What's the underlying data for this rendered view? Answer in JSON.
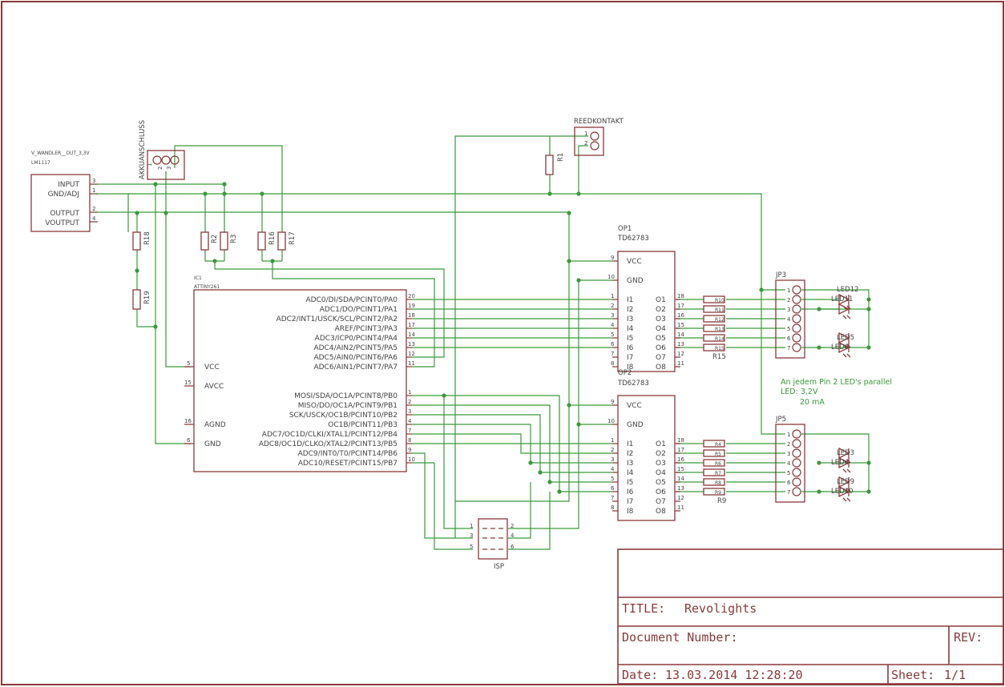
{
  "title_block": {
    "title_label": "TITLE:",
    "title_value": "Revolights",
    "document_number_label": "Document Number:",
    "rev_label": "REV:",
    "date_label": "Date:",
    "date_value": "13.03.2014 12:28:20",
    "sheet_label": "Sheet:",
    "sheet_value": "1/1"
  },
  "regulator": {
    "name": "V_WANDLER__OUT_3,3V",
    "value": "LM1117",
    "pins": [
      {
        "label": "INPUT",
        "num": "3"
      },
      {
        "label": "GND/ADJ",
        "num": "1"
      },
      {
        "label": "OUTPUT",
        "num": "2"
      },
      {
        "label": "VOUTPUT",
        "num": "4"
      }
    ]
  },
  "battery_connector": {
    "name": "AKKUANSCHLUSS",
    "pins": [
      "1",
      "2",
      "3"
    ]
  },
  "reed_contact": {
    "name": "REEDKONTAKT",
    "pins": [
      "1",
      "2"
    ]
  },
  "mcu": {
    "name": "IC1",
    "value": "ATTINY261",
    "left_pins": [
      {
        "label": "VCC",
        "num": "5"
      },
      {
        "label": "AVCC",
        "num": "15"
      },
      {
        "label": "AGND",
        "num": "16"
      },
      {
        "label": "GND",
        "num": "6"
      }
    ],
    "right_pins": [
      {
        "label": "ADC0/DI/SDA/PCINT0/PA0",
        "num": "20"
      },
      {
        "label": "ADC1/DO/PCINT1/PA1",
        "num": "19"
      },
      {
        "label": "ADC2/INT1/USCK/SCL/PCINT2/PA2",
        "num": "18"
      },
      {
        "label": "AREF/PCINT3/PA3",
        "num": "17"
      },
      {
        "label": "ADC3/ICP0/PCINT4/PA4",
        "num": "14"
      },
      {
        "label": "ADC4/AIN2/PCINT5/PA5",
        "num": "13"
      },
      {
        "label": "ADC5/AIN0/PCINT6/PA6",
        "num": "12"
      },
      {
        "label": "ADC6/AIN1/PCINT7/PA7",
        "num": "11"
      },
      {
        "label": "MOSI/SDA/OC1A/PCINT8/PB0",
        "num": "1"
      },
      {
        "label": "MISO/DO/OC1A/PCINT9/PB1",
        "num": "2"
      },
      {
        "label": "SCK/USCK/OC1B/PCINT10/PB2",
        "num": "3"
      },
      {
        "label": "OC1B/PCINT11/PB3",
        "num": "4"
      },
      {
        "label": "ADC7/OC1D/CLKI/XTAL1/PCINT12/PB4",
        "num": "7"
      },
      {
        "label": "ADC8/OC1D/CLKO/XTAL2/PCINT13/PB5",
        "num": "8"
      },
      {
        "label": "ADC9/INT0/T0/PCINT14/PB6",
        "num": "9"
      },
      {
        "label": "ADC10/RESET/PCINT15/PB7",
        "num": "10"
      }
    ]
  },
  "drivers": [
    {
      "name": "OP1",
      "value": "TD62783"
    },
    {
      "name": "OP2",
      "value": "TD62783"
    }
  ],
  "driver_pins": {
    "vcc_label": "VCC",
    "vcc_num": "9",
    "gnd_label": "GND",
    "gnd_num": "10",
    "inputs": [
      {
        "label": "I1",
        "num": "1"
      },
      {
        "label": "I2",
        "num": "2"
      },
      {
        "label": "I3",
        "num": "3"
      },
      {
        "label": "I4",
        "num": "4"
      },
      {
        "label": "I5",
        "num": "5"
      },
      {
        "label": "I6",
        "num": "6"
      },
      {
        "label": "I7",
        "num": "7"
      },
      {
        "label": "I8",
        "num": "8"
      }
    ],
    "outputs": [
      {
        "label": "O1",
        "num": "18"
      },
      {
        "label": "O2",
        "num": "17"
      },
      {
        "label": "O3",
        "num": "16"
      },
      {
        "label": "O4",
        "num": "15"
      },
      {
        "label": "O5",
        "num": "14"
      },
      {
        "label": "O6",
        "num": "13"
      },
      {
        "label": "O7",
        "num": "12"
      },
      {
        "label": "O8",
        "num": "11"
      }
    ]
  },
  "resistors": {
    "r1": "R1",
    "r2": "R2",
    "r3": "R3",
    "r16": "R16",
    "r17": "R17",
    "r18": "R18",
    "r19": "R19",
    "bank_top": [
      "R10",
      "R11",
      "R12",
      "R13",
      "R14",
      "R15"
    ],
    "bank_top_label": "R15",
    "bank_bottom": [
      "R4",
      "R5",
      "R6",
      "R7",
      "R8",
      "R9"
    ],
    "bank_bottom_label": "R9"
  },
  "headers": [
    {
      "name": "JP3",
      "pins": [
        "1",
        "2",
        "3",
        "4",
        "5",
        "6",
        "7"
      ]
    },
    {
      "name": "JP5",
      "pins": [
        "1",
        "2",
        "3",
        "4",
        "5",
        "6",
        "7"
      ]
    }
  ],
  "leds": {
    "top_upper": [
      "LED12",
      "LED11"
    ],
    "top_lower": [
      "LED5",
      "LED6"
    ],
    "bottom_upper": [
      "LED3",
      "LED4"
    ],
    "bottom_lower": [
      "LED9",
      "LED10"
    ]
  },
  "isp": {
    "name": "ISP",
    "pins": [
      "1",
      "2",
      "3",
      "4",
      "5",
      "6"
    ]
  },
  "note": {
    "line1": "An jedem Pin 2 LED's parallel",
    "line2": "LED: 3,2V",
    "line3": "20 mA"
  },
  "colors": {
    "frame": "#8a3a3a",
    "wire": "#3a9a3a",
    "text": "#444444",
    "background": "#ffffff"
  }
}
